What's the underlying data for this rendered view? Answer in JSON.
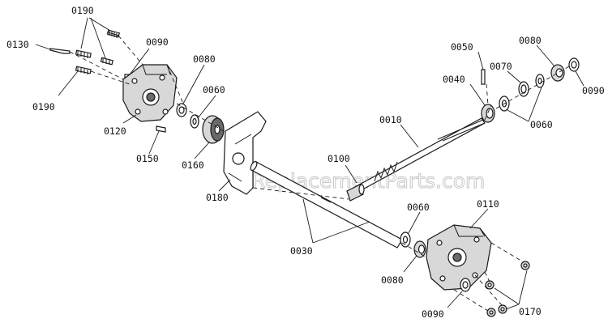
{
  "watermark": "eReplacementParts.com",
  "labels": {
    "p0190a": "0190",
    "p0130": "0130",
    "p0090a": "0090",
    "p0190b": "0190",
    "p0080a": "0080",
    "p0060a": "0060",
    "p0120": "0120",
    "p0150": "0150",
    "p0160": "0160",
    "p0180": "0180",
    "p0030": "0030",
    "p0100": "0100",
    "p0010": "0010",
    "p0050": "0050",
    "p0040": "0040",
    "p0070": "0070",
    "p0080b": "0080",
    "p0090b": "0090",
    "p0060b": "0060",
    "p0110": "0110",
    "p0060c": "0060",
    "p0080c": "0080",
    "p0090c": "0090",
    "p0170": "0170"
  }
}
